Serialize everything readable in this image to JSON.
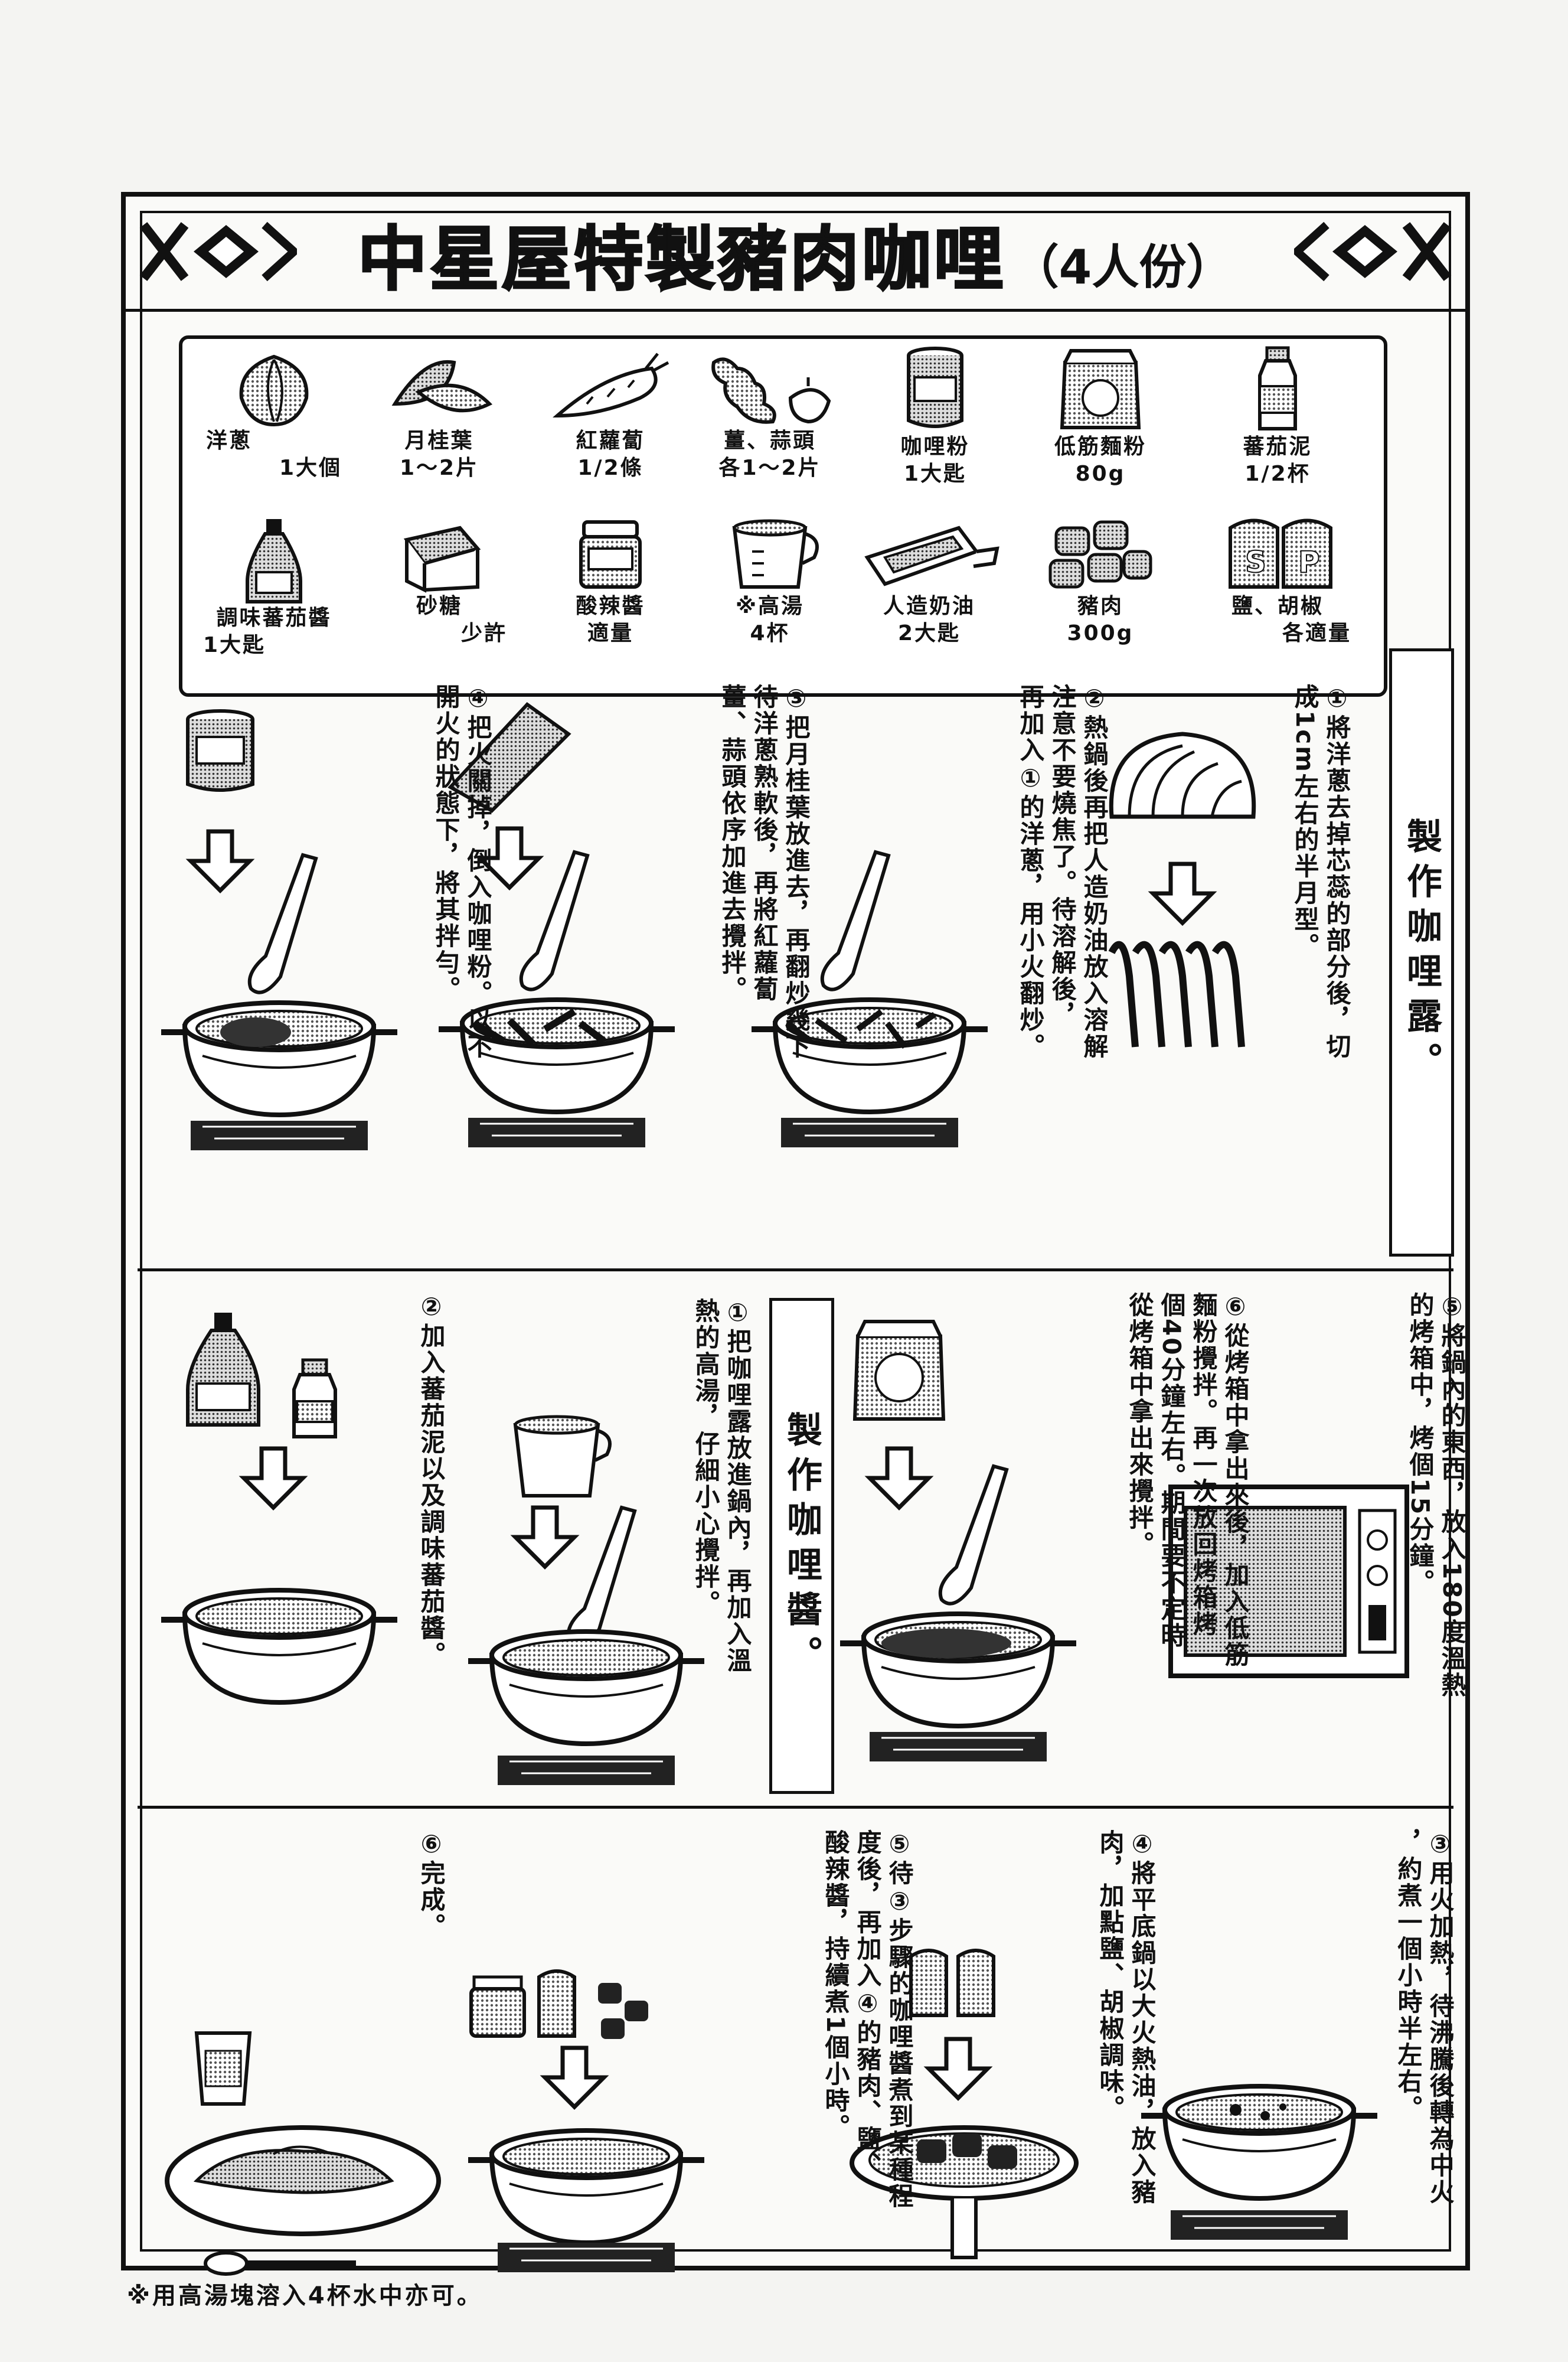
{
  "title": {
    "main": "中星屋特製豬肉咖哩",
    "servings": "（4人份）"
  },
  "ingredients": [
    {
      "name": "洋蔥",
      "qty": "1大個",
      "icon": "onion-icon"
    },
    {
      "name": "月桂葉",
      "qty": "1～2片",
      "icon": "bay-leaf-icon"
    },
    {
      "name": "紅蘿蔔",
      "qty": "1/2條",
      "icon": "carrot-icon"
    },
    {
      "name": "薑、蒜頭",
      "qty": "各1～2片",
      "icon": "ginger-garlic-icon"
    },
    {
      "name": "咖哩粉",
      "qty": "1大匙",
      "icon": "curry-powder-can-icon"
    },
    {
      "name": "低筋麵粉",
      "qty": "80g",
      "icon": "flour-bag-icon"
    },
    {
      "name": "蕃茄泥",
      "qty": "1/2杯",
      "icon": "tomato-puree-bottle-icon"
    },
    {
      "name": "調味蕃茄醬",
      "qty": "1大匙",
      "icon": "ketchup-bottle-icon"
    },
    {
      "name": "砂糖",
      "qty": "少許",
      "icon": "sugar-box-icon"
    },
    {
      "name": "酸辣醬",
      "qty": "適量",
      "icon": "chutney-jar-icon"
    },
    {
      "name": "※高湯",
      "qty": "4杯",
      "icon": "stock-cup-icon"
    },
    {
      "name": "人造奶油",
      "qty": "2大匙",
      "icon": "margarine-tub-icon"
    },
    {
      "name": "豬肉",
      "qty": "300g",
      "icon": "pork-cubes-icon"
    },
    {
      "name": "鹽、胡椒",
      "qty": "各適量",
      "icon": "salt-pepper-shakers-icon"
    }
  ],
  "sections": {
    "roux_label": "製作咖哩露。",
    "sauce_label": "製作咖哩醬。"
  },
  "steps_roux": [
    {
      "num": "①",
      "text": "將洋蔥去掉芯蕊的部分後，切\n成1cm左右的半月型。"
    },
    {
      "num": "②",
      "text": "熱鍋後再把人造奶油放入溶解\n注意不要燒焦了。待溶解後，\n再加入①的洋蔥，用小火翻炒。"
    },
    {
      "num": "③",
      "text": "把月桂葉放進去，再翻炒幾下\n待洋蔥熟軟後，再將紅蘿蔔\n薑、蒜頭依序加進去攪拌。"
    },
    {
      "num": "④",
      "text": "把火關掉，倒入咖哩粉。以不\n開火的狀態下，將其拌勻。"
    },
    {
      "num": "⑤",
      "text": "將鍋內的東西，放入180度溫熱\n的烤箱中，烤個15分鐘。"
    },
    {
      "num": "⑥",
      "text": "從烤箱中拿出來後，加入低筋\n麵粉攪拌。再一次放回烤箱烤\n個40分鐘左右。期間要不定時\n從烤箱中拿出來攪拌。"
    }
  ],
  "steps_sauce": [
    {
      "num": "①",
      "text": "把咖哩露放進鍋內，再加入溫\n熱的高湯，仔細小心攪拌。"
    },
    {
      "num": "②",
      "text": "加入蕃茄泥以及調味蕃茄醬。"
    },
    {
      "num": "③",
      "text": "用火加熱，待沸騰後轉為中火\n，約煮一個小時半左右。"
    },
    {
      "num": "④",
      "text": "將平底鍋以大火熱油，放入豬\n肉，加點鹽、胡椒調味。"
    },
    {
      "num": "⑤",
      "text": "待③步驟的咖哩醬煮到某種程\n度後，再加入④的豬肉、鹽、\n酸辣醬，持續煮1個小時。"
    },
    {
      "num": "⑥",
      "text": "完成。"
    }
  ],
  "footnote": "※用高湯塊溶入4杯水中亦可。",
  "colors": {
    "ink": "#111111",
    "paper": "#fafaf8",
    "screen": "#9a9a9a"
  }
}
